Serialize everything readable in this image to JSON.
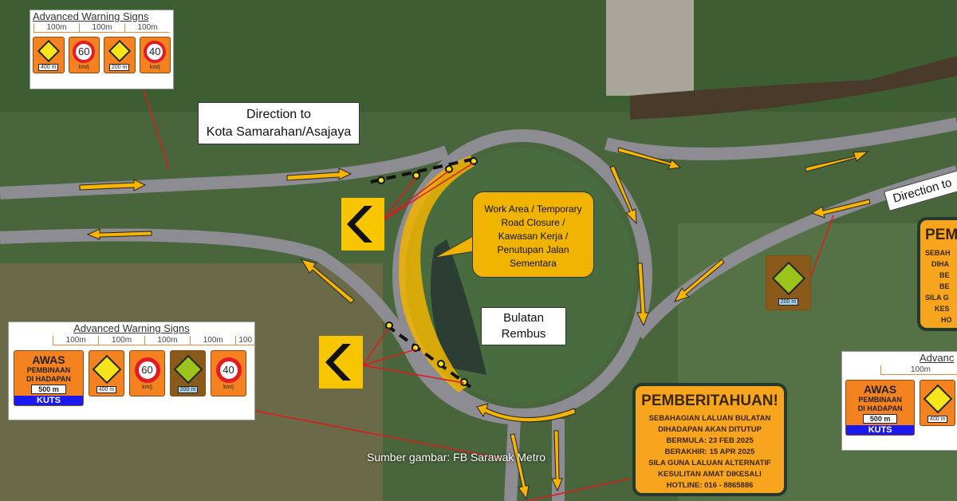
{
  "top_left_panel": {
    "title": "Advanced Warning Signs",
    "distances": [
      "100m",
      "100m",
      "100m"
    ],
    "signs": [
      {
        "type": "roadworks",
        "plate": "400 m"
      },
      {
        "type": "speed-limit",
        "value": "60",
        "unit": "km/j"
      },
      {
        "type": "lane-narrowing",
        "plate": "200 m"
      },
      {
        "type": "speed-limit",
        "value": "40",
        "unit": "km/j"
      }
    ]
  },
  "direction_left": {
    "line1": "Direction to",
    "line2": "Kota Samarahan/Asajaya"
  },
  "direction_right": "Direction to",
  "work_area_callout": "Work Area / Temporary Road Closure / Kawasan Kerja / Penutupan Jalan Sementara",
  "roundabout_label": {
    "line1": "Bulatan",
    "line2": "Rembus"
  },
  "bottom_left_panel": {
    "title": "Advanced Warning Signs",
    "distances": [
      "100m",
      "100m",
      "100m",
      "100m",
      "100"
    ],
    "awas": {
      "title": "AWAS",
      "line1": "PEMBINAAN",
      "line2": "DI HADAPAN",
      "plate": "500 m",
      "footer": "KUTS"
    },
    "signs": [
      {
        "type": "roadworks",
        "plate": "400 m"
      },
      {
        "type": "speed-limit",
        "value": "60",
        "unit": "km/j"
      },
      {
        "type": "junction",
        "plate": "200 m"
      },
      {
        "type": "speed-limit",
        "value": "40",
        "unit": "km/j"
      }
    ]
  },
  "junction_sign_plate": "200 m",
  "notice": {
    "heading": "PEMBERITAHUAN!",
    "lines": [
      "SEBAHAGIAN LALUAN BULATAN",
      "DIHADAPAN AKAN DITUTUP",
      "BERMULA: 23 FEB 2025",
      "BERAKHIR: 15 APR 2025",
      "SILA GUNA LALUAN ALTERNATIF",
      "KESULITAN AMAT DIKESALI",
      "HOTLINE: 016 - 8865886"
    ]
  },
  "right_notice_partial": {
    "heading": "PEM",
    "lines": [
      "SEBAH",
      "DIHA",
      "BE",
      "BE",
      "SILA G",
      "KES",
      "HO"
    ]
  },
  "right_panel_partial": {
    "title": "Advanc",
    "distance": "100m",
    "awas": {
      "title": "AWAS",
      "line1": "PEMBINAAN",
      "line2": "DI HADAPAN",
      "plate": "500 m",
      "footer": "KUTS"
    },
    "sign_plate": "400 m"
  },
  "source": "Sumber gambar: FB Sarawak Metro",
  "colors": {
    "arrow": "#f7b500",
    "notice": "#f7a51e",
    "work_area": "#f0b400",
    "chevron": "#f7c600"
  }
}
